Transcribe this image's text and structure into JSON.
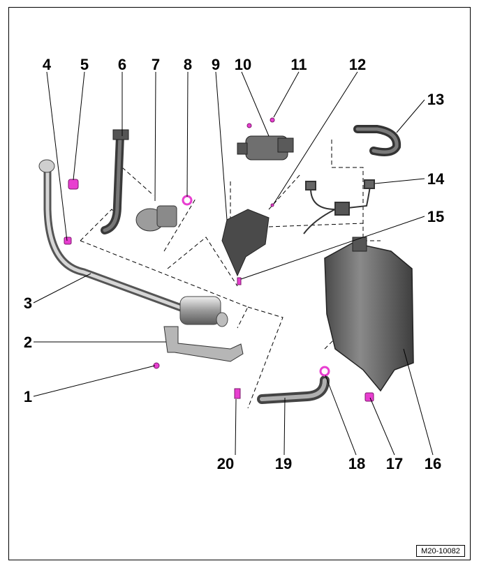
{
  "diagram": {
    "callouts": [
      "1",
      "2",
      "3",
      "4",
      "5",
      "6",
      "7",
      "8",
      "9",
      "10",
      "11",
      "12",
      "13",
      "14",
      "15",
      "16",
      "17",
      "18",
      "19",
      "20"
    ],
    "figure_ref": "M20-10082"
  },
  "colors": {
    "highlight": "#e83ed0",
    "part_gray": "#7c7c7c",
    "line": "#000000"
  }
}
